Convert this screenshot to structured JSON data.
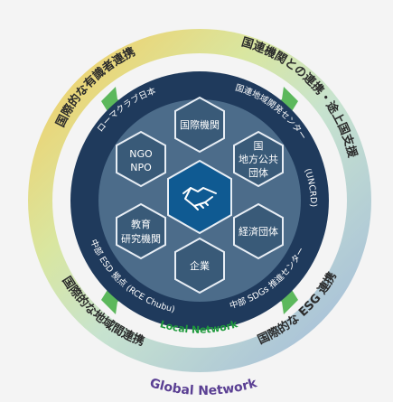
{
  "outer_ring": {
    "top_left": "国際的な有識者連携",
    "top_right": "国連機関との連携・途上国支援",
    "bottom_left": "国際的な地域間連携",
    "bottom_right": "国際的な ESG 連携",
    "label": "Global Network",
    "label_color": "#5a3f93"
  },
  "middle_ring": {
    "top_left": "ローマクラブ日本",
    "top_right": "国連地域開発センター",
    "right": "(UNCRD)",
    "bottom_right": "中部 SDGs 推進センター",
    "bottom_left": "中部 ESD 拠点 (RCE Chubu)",
    "label": "Local Network",
    "label_color": "#1e9a3c"
  },
  "hexagons": {
    "top": "国際機関",
    "upper_right": [
      "国",
      "地方公共",
      "団体"
    ],
    "lower_right": "経済団体",
    "bottom": "企業",
    "lower_left": [
      "教育",
      "研究機関"
    ],
    "upper_left": [
      "NGO",
      "NPO"
    ]
  },
  "center": {
    "icon": "handshake-icon"
  },
  "colors": {
    "dark_navy": "#1f3a5c",
    "steel": "#4c6c8a",
    "hex_fill": "#395a78",
    "center": "#0f5a92",
    "arrow": "#5cb85c"
  }
}
